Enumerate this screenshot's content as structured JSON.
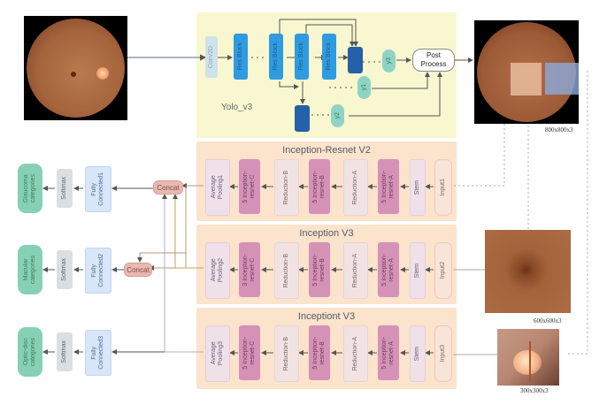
{
  "yolo": {
    "label": "Yolo_v3",
    "conv": "Conv2D",
    "res_blocks": [
      "Res Block",
      "Res Block",
      "Res Block",
      "Res Block"
    ],
    "outputs": [
      "y3",
      "y1",
      "y2"
    ],
    "post_process": "Post\nProcess"
  },
  "images": {
    "input_fundus": {
      "name": "fundus-input-image"
    },
    "detected_fundus": {
      "name": "fundus-detection-image",
      "dims": "800x800x3"
    },
    "macula_crop": {
      "name": "macula-crop-image",
      "dims": "600x600x3"
    },
    "optic_disc_crop": {
      "name": "optic-disc-crop-image",
      "dims": "300x300x3"
    }
  },
  "branches": [
    {
      "title": "Inception-Resnet V2",
      "blocks": [
        "Average\nPooling1",
        "5 Inception-\nresnet-C",
        "Reduction-B",
        "5 Inception-\nresnet-B",
        "Reduction-A",
        "5 Inception-\nresnet-A",
        "Stem",
        "Input1"
      ],
      "concat": "Concat",
      "fc": "Fully\nConnected1",
      "softmax": "Softmax",
      "output": "Glaucoma\ncategories"
    },
    {
      "title": "Inception V3",
      "blocks": [
        "Average\nPooling2",
        "3 Inception-\nresnet-C",
        "Reduction-B",
        "5 Inception-\nresnet-B",
        "Reduction-A",
        "5 Inception-\nresnet-A",
        "Stem",
        "Input2"
      ],
      "concat": "Concat",
      "fc": "Fully\nConnected2",
      "softmax": "Softmax",
      "output": "Macular\ncategories"
    },
    {
      "title": "Inceptiont V3",
      "blocks": [
        "Average\nPooling3",
        "5 Inception-\nresnet-C",
        "Reduction-B",
        "5 Inception-\nresnet-B",
        "Reduction-A",
        "5 Inception-\nresnet-A",
        "Stem",
        "Input3"
      ],
      "fc": "Fully\nConnected3",
      "softmax": "Softmax",
      "output": "Optic-disc\ncategories"
    }
  ],
  "colors": {
    "yolo_bg": "#f8f7cf",
    "branch_bg": "#fbe3cc",
    "res_block": "#2f9be0",
    "output_green": "#86d1b5"
  }
}
